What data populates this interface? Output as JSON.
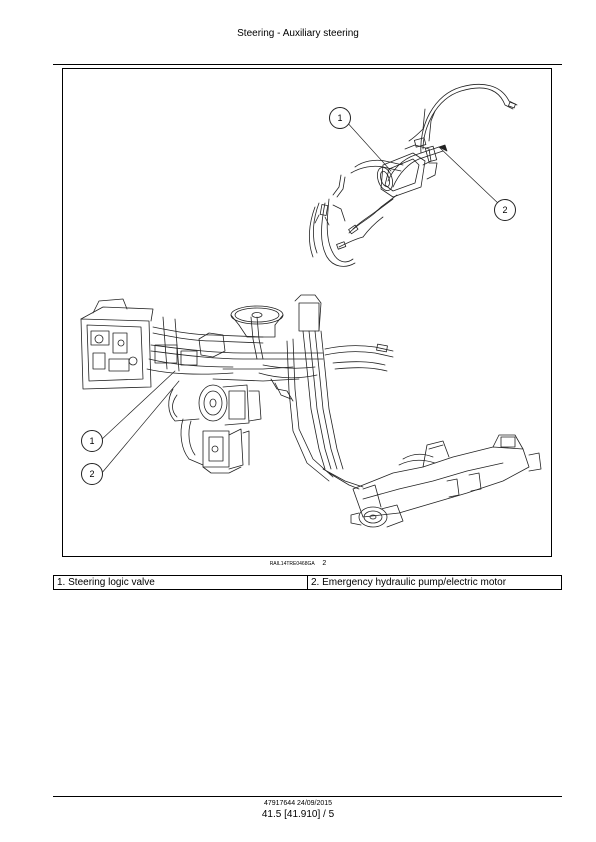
{
  "header": {
    "title": "Steering - Auxiliary steering"
  },
  "figure": {
    "code": "RAIL14TRE0468GA",
    "number": "2",
    "callouts": [
      "1",
      "2",
      "1",
      "2"
    ]
  },
  "legend": [
    {
      "text": "1. Steering logic valve"
    },
    {
      "text": "2. Emergency hydraulic pump/electric motor"
    }
  ],
  "footer": {
    "doc": "47917644 24/09/2015",
    "page": "41.5 [41.910] / 5"
  }
}
